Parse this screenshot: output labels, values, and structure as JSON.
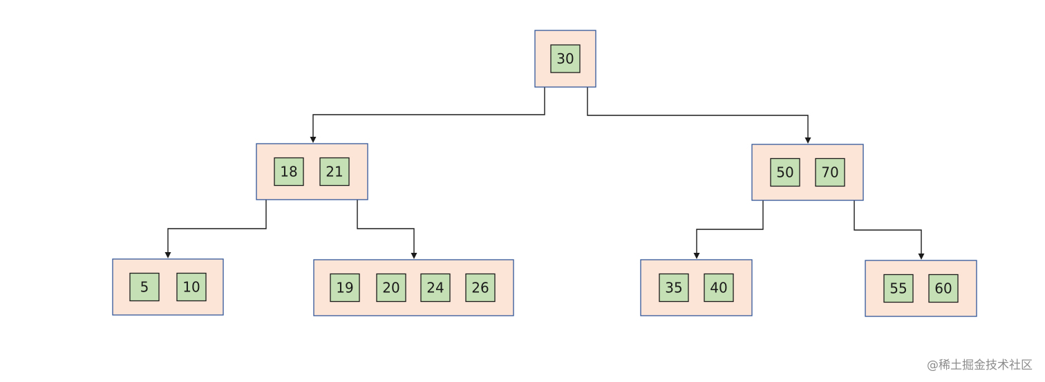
{
  "tree": {
    "nodes": [
      {
        "id": "root",
        "keys": [
          "30"
        ]
      },
      {
        "id": "l1-left",
        "keys": [
          "18",
          "21"
        ]
      },
      {
        "id": "l1-right",
        "keys": [
          "50",
          "70"
        ]
      },
      {
        "id": "l2-a",
        "keys": [
          "5",
          "10"
        ]
      },
      {
        "id": "l2-b",
        "keys": [
          "19",
          "20",
          "24",
          "26"
        ]
      },
      {
        "id": "l2-c",
        "keys": [
          "35",
          "40"
        ]
      },
      {
        "id": "l2-d",
        "keys": [
          "55",
          "60"
        ]
      }
    ],
    "edges": [
      {
        "from": "root",
        "to": "l1-left"
      },
      {
        "from": "root",
        "to": "l1-right"
      },
      {
        "from": "l1-left",
        "to": "l2-a"
      },
      {
        "from": "l1-left",
        "to": "l2-b"
      },
      {
        "from": "l1-right",
        "to": "l2-c"
      },
      {
        "from": "l1-right",
        "to": "l2-d"
      }
    ]
  },
  "watermark": "@稀土掘金技术社区"
}
